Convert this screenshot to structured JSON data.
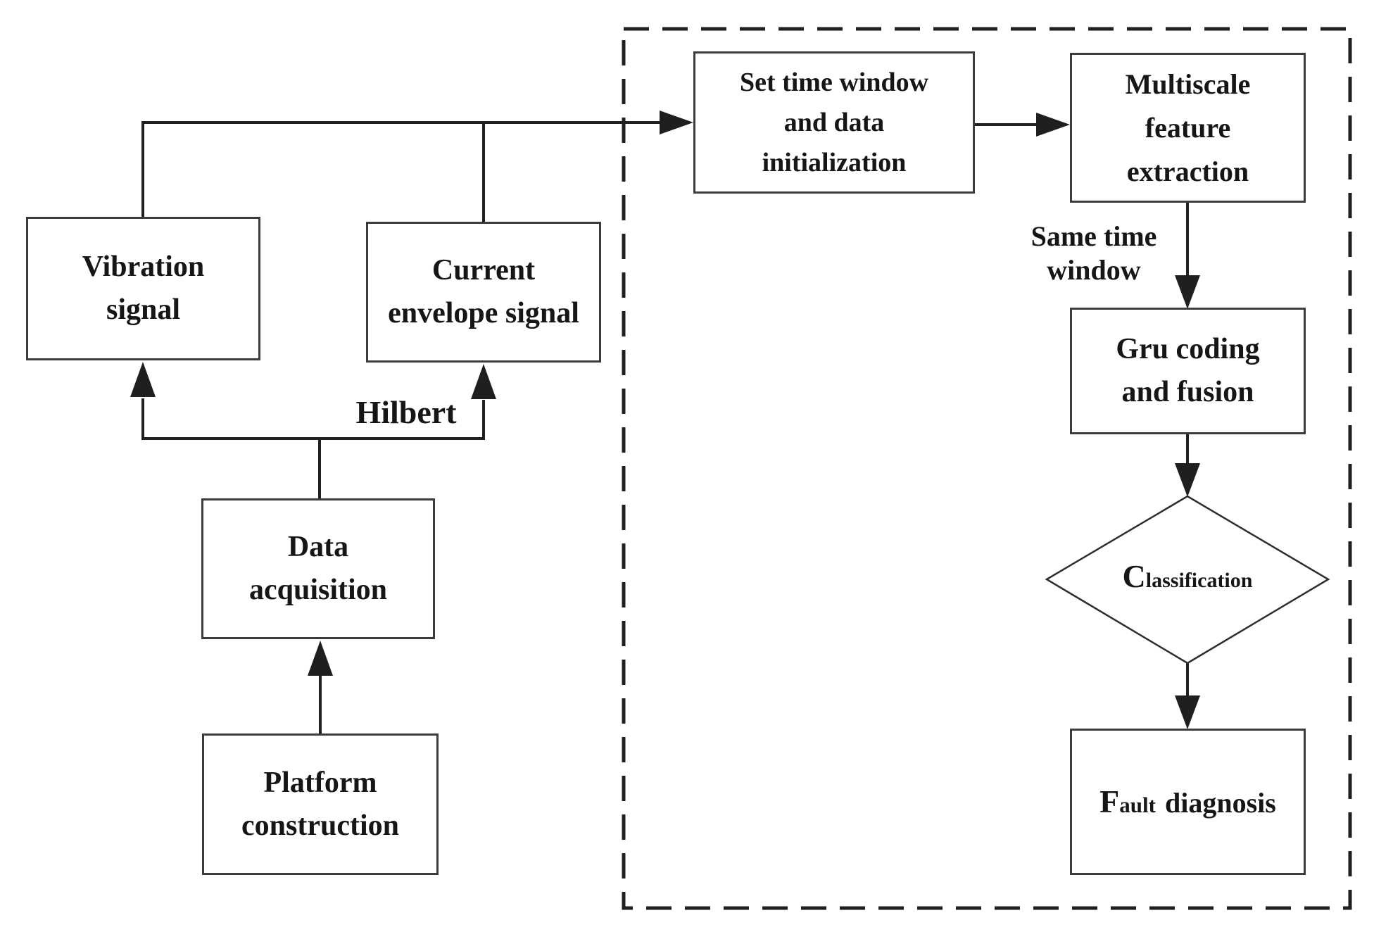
{
  "colors": {
    "ink": "#1c1c1c",
    "box_border": "#3c3c3c",
    "background": "#ffffff"
  },
  "nodes": {
    "vibration": {
      "lines": [
        "Vibration",
        "signal"
      ]
    },
    "current_envelope": {
      "lines": [
        "Current",
        "envelope signal"
      ]
    },
    "data_acquisition": {
      "lines": [
        "Data",
        "acquisition"
      ]
    },
    "platform_construction": {
      "lines": [
        "Platform",
        "construction"
      ]
    },
    "set_time_window": {
      "lines": [
        "Set time window",
        "and data",
        "initialization"
      ]
    },
    "multiscale_feature": {
      "lines": [
        "Multiscale",
        "feature",
        "extraction"
      ]
    },
    "gru_coding": {
      "lines": [
        "Gru coding",
        "and fusion"
      ]
    },
    "classification": {
      "initial": "C",
      "rest": "lassification"
    },
    "fault_diagnosis": {
      "initial": "F",
      "small": "ault",
      "rest": "diagnosis"
    }
  },
  "edge_labels": {
    "hilbert": "Hilbert",
    "same_time_window": {
      "lines": [
        "Same time",
        "window"
      ]
    }
  }
}
